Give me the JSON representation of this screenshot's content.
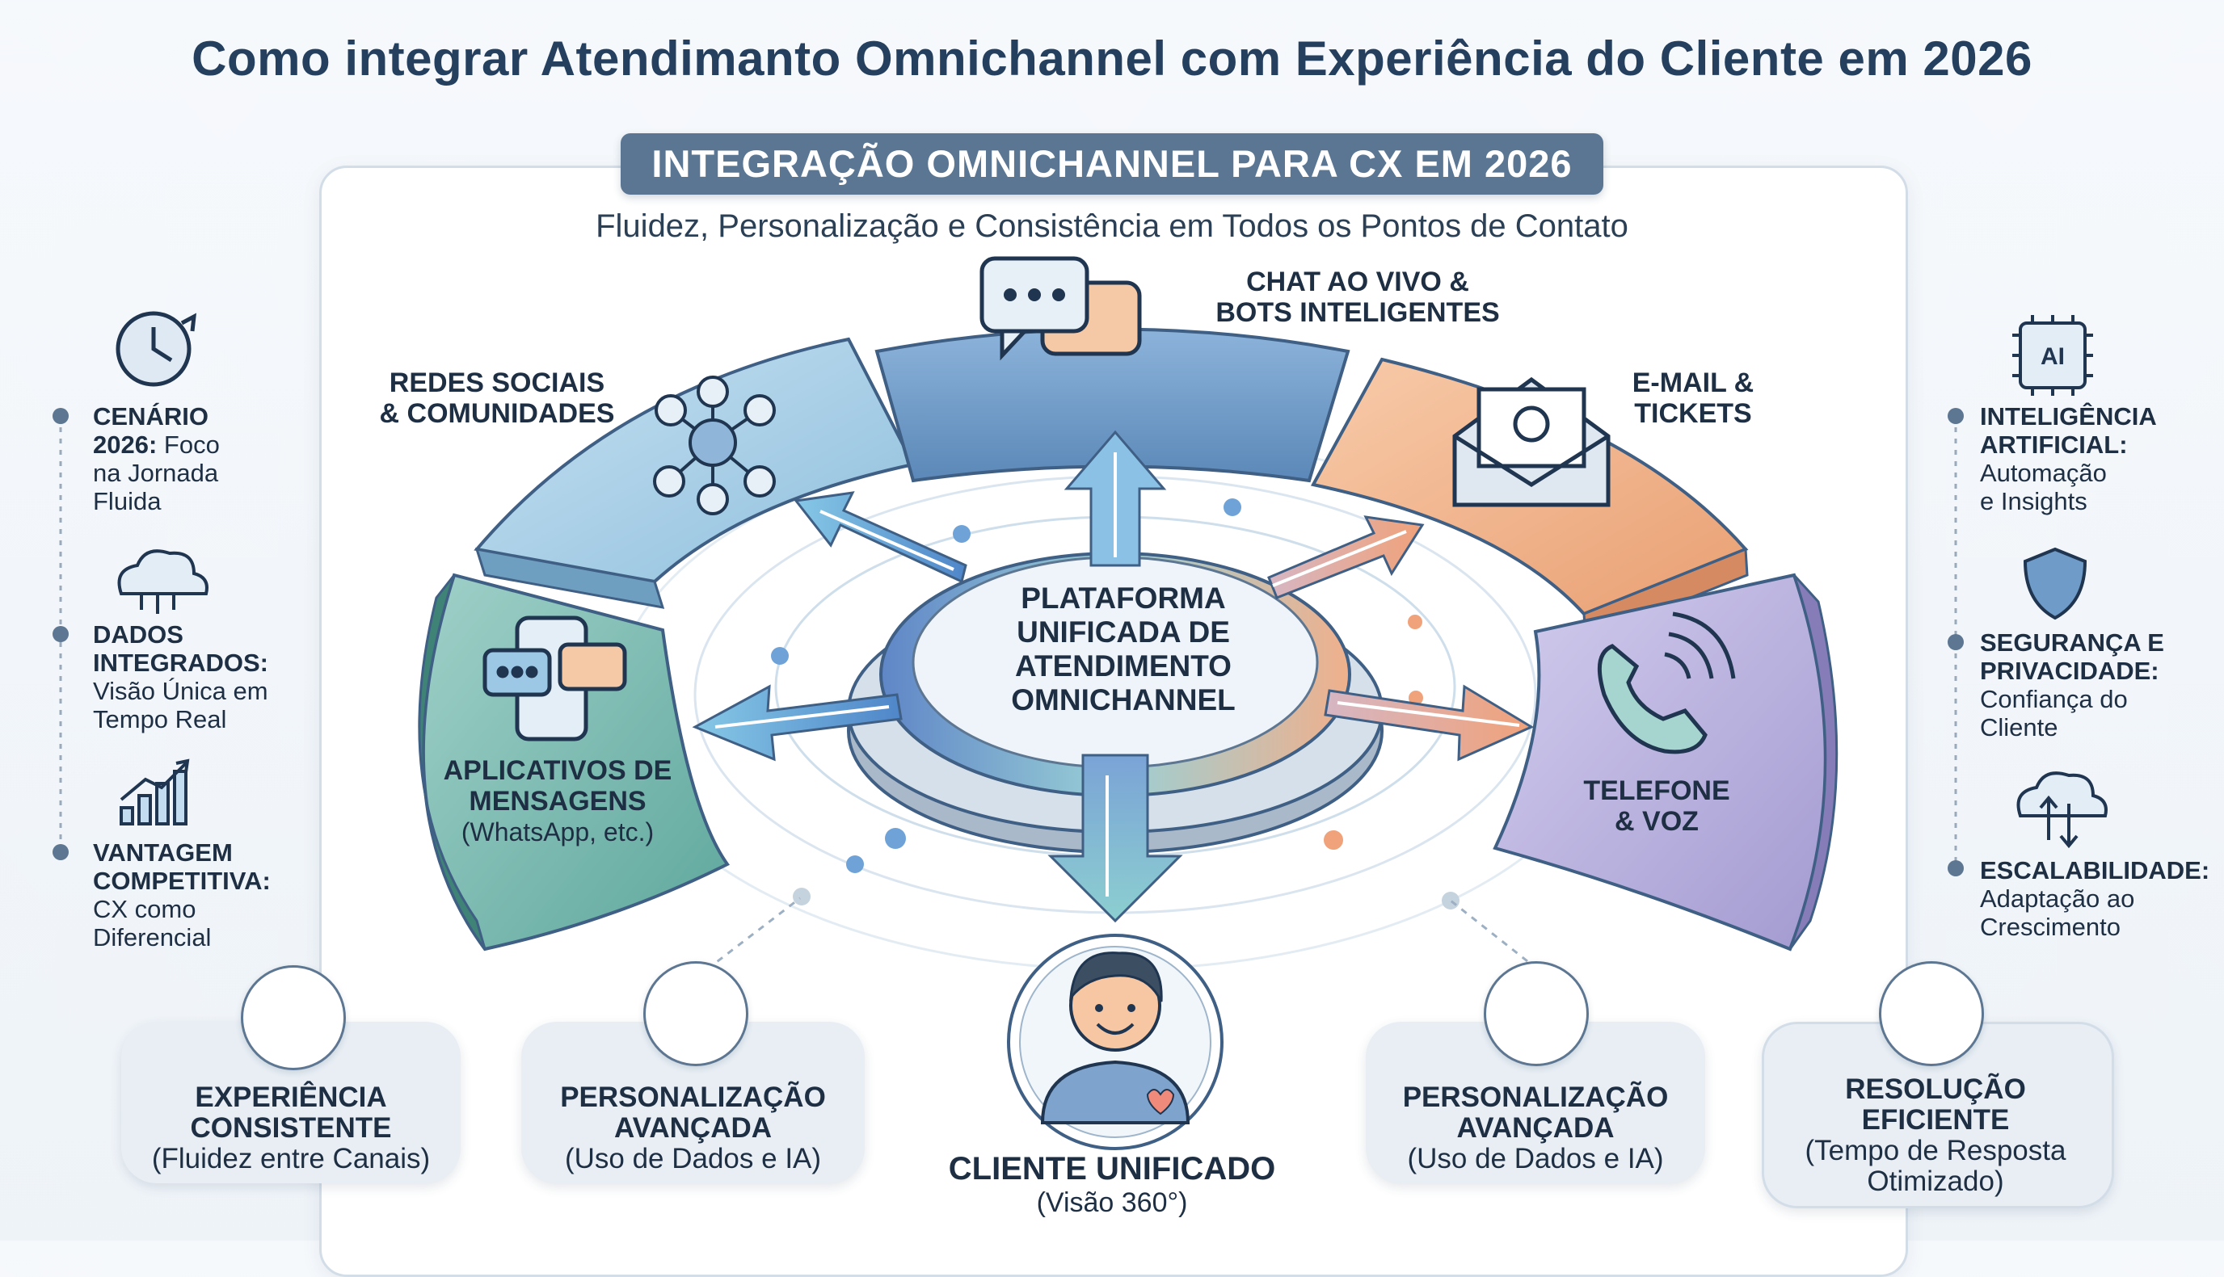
{
  "title": "Como integrar Atendimanto Omnichannel com Experiência do Cliente em 2026",
  "banner": "INTEGRAÇÃO OMNICHANNEL PARA CX EM 2026",
  "subtitle": "Fluidez, Personalização e Consistência em Todos os Pontos de Contato",
  "hub": {
    "lines": [
      "PLATAFORMA",
      "UNIFICADA DE",
      "ATENDIMENTO",
      "OMNICHANNEL"
    ]
  },
  "channels": {
    "chat": {
      "line1": "CHAT AO VIVO &",
      "line2": "BOTS INTELIGENTES",
      "icon": "chat-bubbles-icon"
    },
    "social": {
      "line1": "REDES SOCIAIS",
      "line2": "& COMUNIDADES",
      "icon": "social-network-icon"
    },
    "email": {
      "line1": "E-MAIL &",
      "line2": "TICKETS",
      "icon": "email-envelope-icon"
    },
    "messaging": {
      "line1": "APLICATIVOS DE",
      "line2": "MENSAGENS",
      "line3": "(WhatsApp, etc.)",
      "icon": "smartphone-messages-icon"
    },
    "phone": {
      "line1": "TELEFONE",
      "line2": "& VOZ",
      "icon": "phone-icon"
    }
  },
  "customer": {
    "title": "CLIENTE UNIFICADO",
    "subtitle": "(Visão 360°)",
    "icon": "customer-avatar-icon"
  },
  "left_sidebar": [
    {
      "title": "CENÁRIO",
      "title2": "2026:",
      "text": "Foco",
      "text2": "na Jornada",
      "text3": "Fluida",
      "icon": "clock-refresh-icon"
    },
    {
      "title": "DADOS",
      "title2": "INTEGRADOS:",
      "text": "Visão Única em",
      "text2": "Tempo Real",
      "icon": "cloud-icon"
    },
    {
      "title": "VANTAGEM",
      "title2": "COMPETITIVA:",
      "text": "CX como",
      "text2": "Diferencial",
      "icon": "growth-chart-icon"
    }
  ],
  "right_sidebar": [
    {
      "title": "INTELIGÊNCIA",
      "title2": "ARTIFICIAL:",
      "text": "Automação",
      "text2": "e Insights",
      "icon": "ai-chip-icon",
      "chip_label": "AI"
    },
    {
      "title": "SEGURANÇA E",
      "title2": "PRIVACIDADE:",
      "text": "Confiança do",
      "text2": "Cliente",
      "icon": "shield-icon"
    },
    {
      "title": "ESCALABILIDADE:",
      "text": "Adaptação ao",
      "text2": "Crescimento",
      "icon": "cloud-sync-icon"
    }
  ],
  "bottom_cards": [
    {
      "title": "EXPERIÊNCIA",
      "title2": "CONSISTENTE",
      "sub": "(Fluidez entre Canais)",
      "icon": "gears-cycle-icon"
    },
    {
      "title": "PERSONALIZAÇÃO",
      "title2": "AVANÇADA",
      "sub": "(Uso de Dados e IA)",
      "icon": "brain-icon"
    },
    {
      "title": "PERSONALIZAÇÃO",
      "title2": "AVANÇADA",
      "sub": "(Uso de Dados e IA)",
      "icon": "lightbulb-icon"
    },
    {
      "title": "RESOLUÇÃO",
      "title2": "EFICIENTE",
      "sub": "(Tempo de Resposta",
      "sub2": "Otimizado)",
      "icon": "handshake-icon"
    }
  ],
  "colors": {
    "title": "#25405f",
    "banner": "#5b7692",
    "social": "#a9cfe6",
    "chat": "#6f9bc8",
    "email": "#f2b48c",
    "messaging": "#78b8ae",
    "phone": "#b8b0dc",
    "icon_stroke": "#3f5f84"
  }
}
